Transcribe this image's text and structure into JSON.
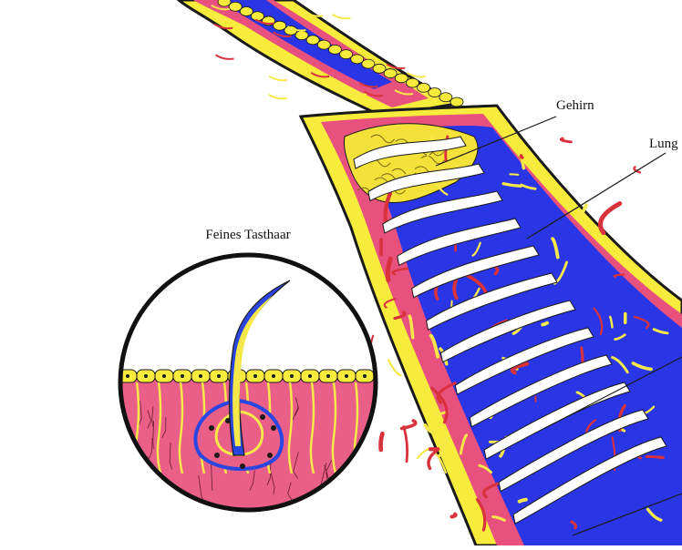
{
  "labels": {
    "brain": "Gehirn",
    "lung": "Lung",
    "inset_title": "Feines Tasthaar"
  },
  "colors": {
    "outline": "#1a1a1a",
    "skin_yellow": "#f7ec3c",
    "tissue_pink": "#e8507e",
    "blood_blue": "#2a35e6",
    "vessel_red": "#d8323c",
    "bone_white": "#ffffff",
    "brain_yellow": "#f4e23a",
    "nerve_yellow": "#f6e84a",
    "dermis_pink": "#ea5f88",
    "hair_blue": "#2a45e0",
    "background": "#ffffff"
  },
  "icons": {
    "inset": "magnifier-circle"
  }
}
